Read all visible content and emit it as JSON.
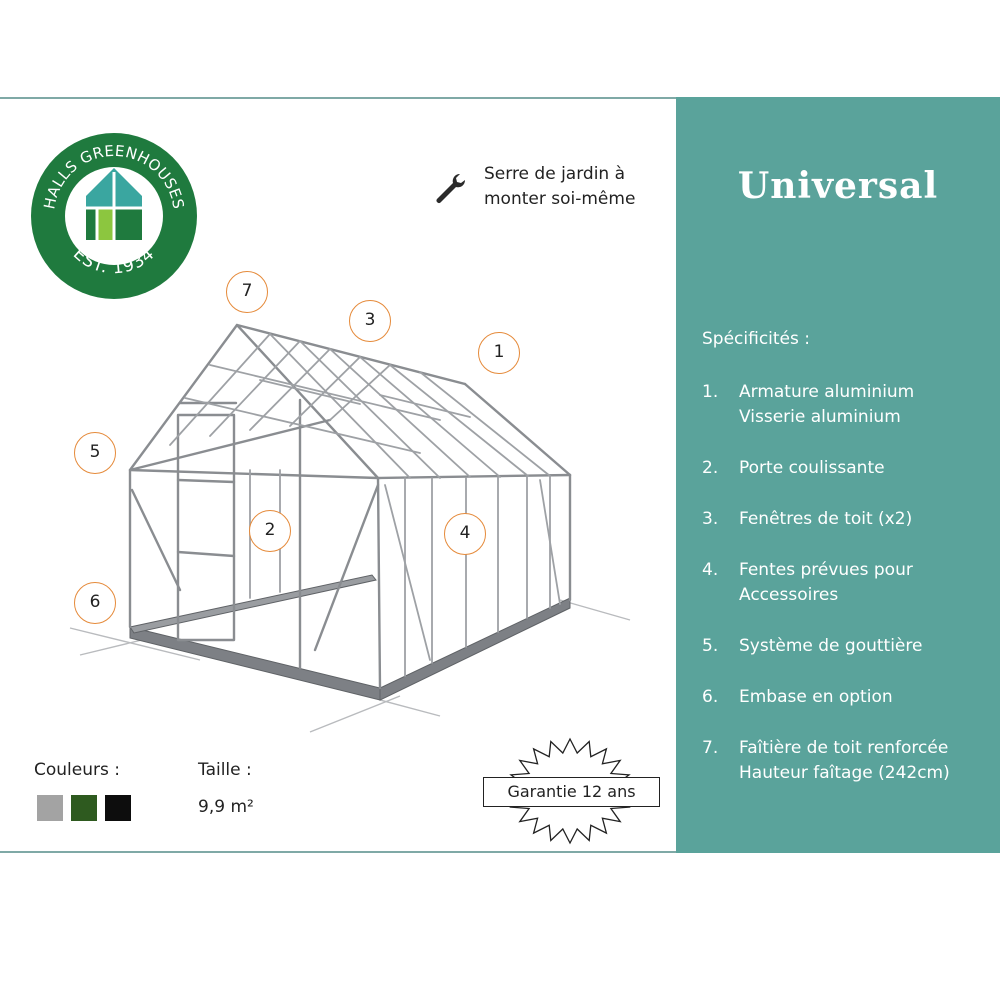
{
  "brand": {
    "logo_text": "HALLS GREENHOUSES",
    "logo_est": "EST. 1934",
    "colors": {
      "teal": "#5aa39b",
      "logo_green": "#1f7a3e",
      "logo_lime": "#8cc63f",
      "logo_aqua": "#3aa6a0"
    }
  },
  "assembly": {
    "icon": "wrench-icon",
    "line1": "Serre de jardin à",
    "line2": "monter soi-même"
  },
  "product": {
    "title": "Universal"
  },
  "specs": {
    "heading": "Spécificités :",
    "items": [
      {
        "num": "1.",
        "line1": "Armature aluminium",
        "line2": "Visserie aluminium"
      },
      {
        "num": "2.",
        "line1": "Porte coulissante",
        "line2": ""
      },
      {
        "num": "3.",
        "line1": "Fenêtres de toit (x2)",
        "line2": ""
      },
      {
        "num": "4.",
        "line1": "Fentes prévues pour",
        "line2": "Accessoires"
      },
      {
        "num": "5.",
        "line1": "Système de gouttière",
        "line2": ""
      },
      {
        "num": "6.",
        "line1": "Embase en option",
        "line2": ""
      },
      {
        "num": "7.",
        "line1": "Faîtière de toit renforcée",
        "line2": "Hauteur faîtage (242cm)"
      }
    ]
  },
  "callouts": [
    "7",
    "3",
    "1",
    "5",
    "2",
    "4",
    "6"
  ],
  "colors_section": {
    "label": "Couleurs :",
    "swatches": [
      {
        "name": "gris",
        "hex": "#a3a3a3"
      },
      {
        "name": "vert",
        "hex": "#2e5a1f"
      },
      {
        "name": "noir",
        "hex": "#0d0d0d"
      }
    ]
  },
  "size_section": {
    "label": "Taille :",
    "value": "9,9 m²"
  },
  "warranty": {
    "text": "Garantie 12 ans"
  }
}
